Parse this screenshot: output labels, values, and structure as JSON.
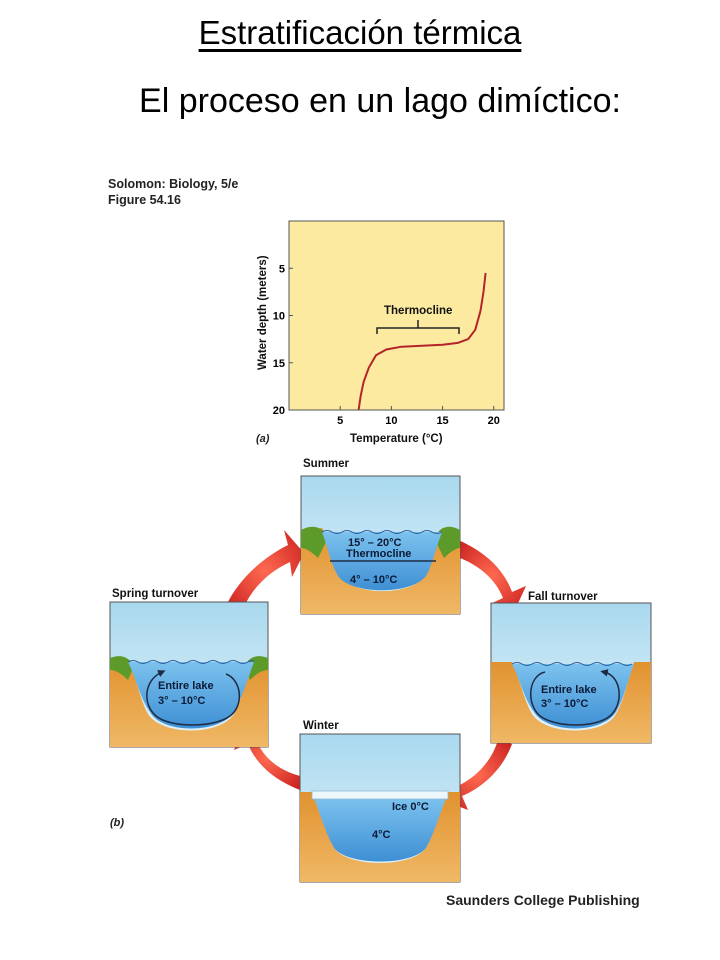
{
  "title": "Estratificación térmica",
  "subtitle": "El proceso en un lago dimíctico:",
  "source": {
    "line1": "Solomon: Biology, 5/e",
    "line2": "Figure 54.16"
  },
  "credit": "Saunders College Publishing",
  "panel_a": {
    "tag": "(a)",
    "chart_data": {
      "type": "line",
      "xlabel": "Temperature (°C)",
      "ylabel": "Water depth (meters)",
      "xlim": [
        0,
        21
      ],
      "ylim": [
        20,
        0
      ],
      "x_ticks": [
        5,
        10,
        15,
        20
      ],
      "y_ticks": [
        5,
        10,
        15,
        20
      ],
      "grid": false,
      "annotation": "Thermocline",
      "annotation_range_x": [
        8.5,
        17
      ],
      "series": [
        {
          "x": [
            6.8,
            7.0,
            7.3,
            7.8,
            8.5,
            9.5,
            11.0,
            13.0,
            15.0,
            16.5,
            17.5,
            18.2,
            18.7,
            19.0,
            19.2
          ],
          "y": [
            20,
            18.5,
            17,
            15.5,
            14.2,
            13.6,
            13.3,
            13.2,
            13.1,
            12.9,
            12.5,
            11.5,
            9.5,
            7.5,
            5.5
          ]
        }
      ],
      "colors": {
        "background": "#fbeaa0",
        "line": "#b4232a"
      }
    }
  },
  "panel_b": {
    "tag": "(b)",
    "summer": {
      "label": "Summer",
      "top_temp": "15° – 20°C",
      "thermocline": "Thermocline",
      "bottom_temp": "4° – 10°C"
    },
    "fall": {
      "label": "Fall turnover",
      "line1": "Entire lake",
      "line2": "3° – 10°C"
    },
    "winter": {
      "label": "Winter",
      "ice": "Ice 0°C",
      "temp": "4°C"
    },
    "spring": {
      "label": "Spring turnover",
      "line1": "Entire lake",
      "line2": "3° – 10°C"
    },
    "colors": {
      "sky": "#cfe9f4",
      "water": "#5aabe0",
      "soil": "#e8a04a",
      "grass": "#5c9a2a",
      "arrow": "#e5322d"
    }
  }
}
